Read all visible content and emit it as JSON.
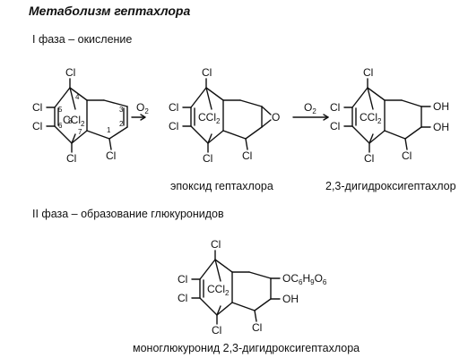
{
  "title": "Метаболизм гептахлора",
  "phase1": "I фаза – окисление",
  "phase2": "II фаза – образование глюкуронидов",
  "captions": {
    "epoxide": "эпоксид гептахлора",
    "dihydroxy": "2,3-дигидроксигептахлор",
    "glucuronide": "моноглюкуронид 2,3-дигидроксигептахлора"
  },
  "arrows": {
    "arrow1_label": "O",
    "arrow1_sub": "2",
    "arrow2_label": "O",
    "arrow2_sub": "2"
  },
  "atoms": {
    "cl": "Cl",
    "ccl": "CCl",
    "ccl_sub": "2",
    "oh": "OH",
    "o": "O",
    "glc": "OC",
    "glc_6a": "6",
    "glc_h": "H",
    "glc_9": "9",
    "glc_o": "O",
    "glc_6b": "6"
  },
  "ring_numbers": [
    "1",
    "2",
    "3",
    "4",
    "5",
    "6",
    "7",
    "8"
  ]
}
